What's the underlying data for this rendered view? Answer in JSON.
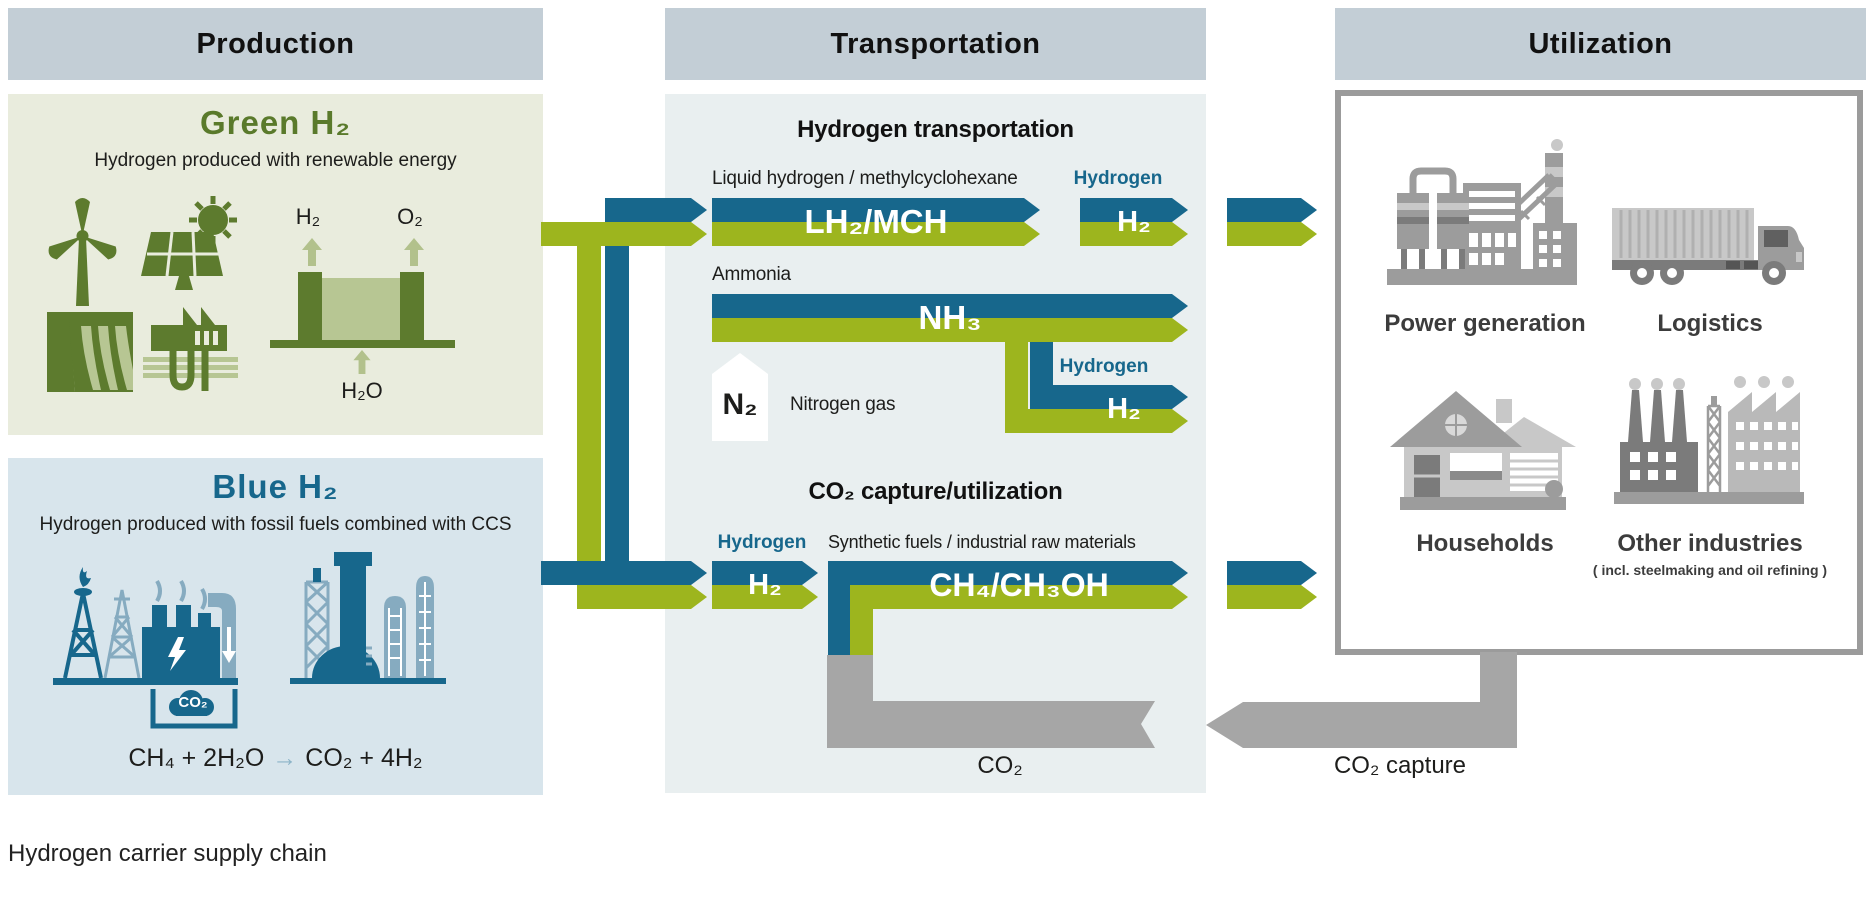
{
  "caption": "Hydrogen carrier supply chain",
  "headers": {
    "production": "Production",
    "transportation": "Transportation",
    "utilization": "Utilization"
  },
  "production": {
    "green": {
      "title": "Green H₂",
      "subtitle": "Hydrogen produced with renewable energy",
      "icons": [
        "wind-turbine",
        "solar-panel",
        "hydro-dam",
        "geothermal-plant",
        "electrolyzer"
      ],
      "electrolysis": {
        "h2": "H₂",
        "o2": "O₂",
        "h2o": "H₂O"
      }
    },
    "blue": {
      "title": "Blue H₂",
      "subtitle": "Hydrogen produced with fossil fuels combined with CCS",
      "icons": [
        "gas-flare",
        "power-lines",
        "factory-ccs",
        "co2-storage",
        "refinery"
      ],
      "co2_storage": "CO₂",
      "formula": {
        "lhs": "CH₄ + 2H₂O",
        "arrow": "→",
        "rhs": "CO₂ + 4H₂"
      }
    }
  },
  "transportation": {
    "hydrogen_section": {
      "title": "Hydrogen transportation",
      "lh2_label": "Liquid hydrogen / methylcyclohexane",
      "lh2_arrow": "LH₂/MCH",
      "hydrogen_tag": "Hydrogen",
      "h2_arrow": "H₂",
      "ammonia_label": "Ammonia",
      "nh3_arrow": "NH₃",
      "ammonia_hydrogen_tag": "Hydrogen",
      "ammonia_h2_arrow": "H₂",
      "n2_symbol": "N₂",
      "n2_label": "Nitrogen gas"
    },
    "co2_section": {
      "title": "CO₂ capture/utilization",
      "hydrogen_tag": "Hydrogen",
      "h2_arrow": "H₂",
      "synfuel_label": "Synthetic fuels / industrial raw materials",
      "ch4_arrow": "CH₄/CH₃OH",
      "co2_label": "CO₂"
    }
  },
  "utilization": {
    "items": [
      {
        "label": "Power generation",
        "icon": "power-plant"
      },
      {
        "label": "Logistics",
        "icon": "truck"
      },
      {
        "label": "Households",
        "icon": "house"
      },
      {
        "label": "Other industries",
        "sublabel": "( incl. steelmaking and oil refining )",
        "icon": "factories"
      }
    ],
    "co2_capture_label": "CO₂ capture"
  },
  "colors": {
    "header_bg": "#c3ced6",
    "green_box_bg": "#e9ecdd",
    "blue_box_bg": "#d8e5ec",
    "panel_bg": "#e9eff0",
    "flow_green": "#9db51e",
    "flow_blue": "#17678c",
    "flow_gray": "#a6a6a6",
    "green_dark": "#5d7b2e",
    "green_light": "#b7c693",
    "blue_light": "#86abc0",
    "icon_gray": "#9c9c9c",
    "utilization_border": "#9b9b9b"
  }
}
